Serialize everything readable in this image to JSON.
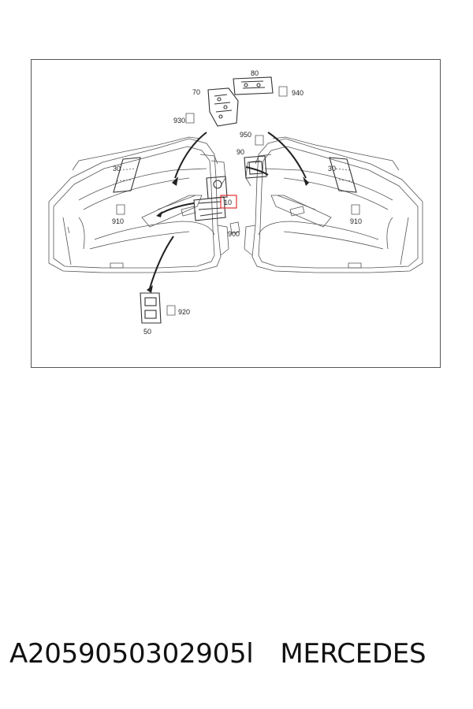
{
  "diagram": {
    "callouts": {
      "c80": "80",
      "c70": "70",
      "c940": "940",
      "c930": "930",
      "c950": "950",
      "c90": "90",
      "c30_left": "30",
      "c30_right": "30",
      "c10": "10",
      "c910_left": "910",
      "c910_right": "910",
      "c900": "900",
      "c920": "920",
      "c50": "50"
    },
    "colors": {
      "line": "#333333",
      "highlight": "#e03030"
    }
  },
  "caption": {
    "part_number": "A2059050302905l",
    "brand": "MERCEDES"
  }
}
